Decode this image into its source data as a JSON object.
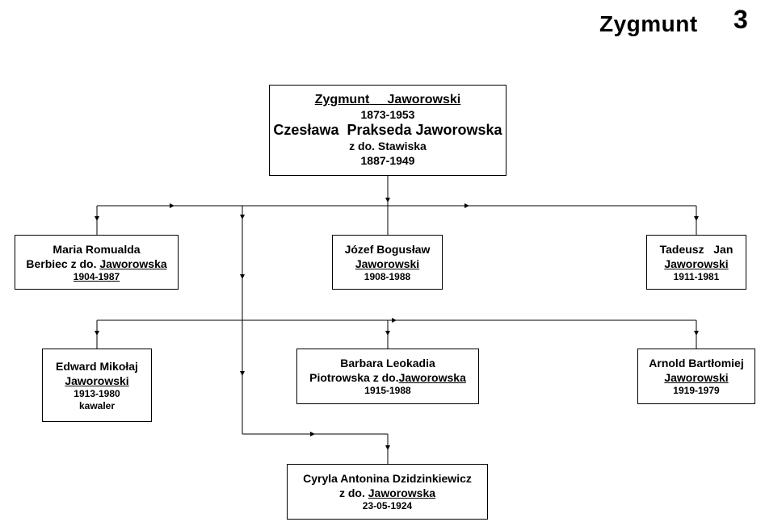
{
  "header": {
    "surname_title": "Zygmunt",
    "page_number": "3"
  },
  "root": {
    "husband_first": "Zygmunt",
    "husband_last": "Jaworowski",
    "husband_years": "1873-1953",
    "wife_name": "Czesława  Prakseda Jaworowska",
    "wife_maiden": "z do. Stawiska",
    "wife_years": "1887-1949"
  },
  "children": [
    {
      "line1": "Maria Romualda",
      "line2_pre": "Berbiec z do. ",
      "line2_u": "Jaworowska",
      "line3": "1904-1987"
    },
    {
      "line1": "Józef Bogusław",
      "line2_pre": "",
      "line2_u": "Jaworowski",
      "line3": "1908-1988"
    },
    {
      "line1": "Tadeusz   Jan",
      "line2_pre": "",
      "line2_u": "Jaworowski",
      "line3": "1911-1981"
    },
    {
      "line1": "Edward Mikołaj",
      "line2_pre": "",
      "line2_u": "Jaworowski",
      "line3": "1913-1980",
      "line4": "kawaler"
    },
    {
      "line1": "Barbara Leokadia",
      "line2_pre": "Piotrowska z do.",
      "line2_u": "Jaworowska",
      "line3": "1915-1988"
    },
    {
      "line1": "Arnold Bartłomiej",
      "line2_pre": "",
      "line2_u": "Jaworowski",
      "line3": "1919-1979"
    },
    {
      "line1": "Cyryla Antonina Dzidzinkiewicz",
      "line2_pre": "z do. ",
      "line2_u": "Jaworowska",
      "line3": "23-05-1924"
    }
  ]
}
